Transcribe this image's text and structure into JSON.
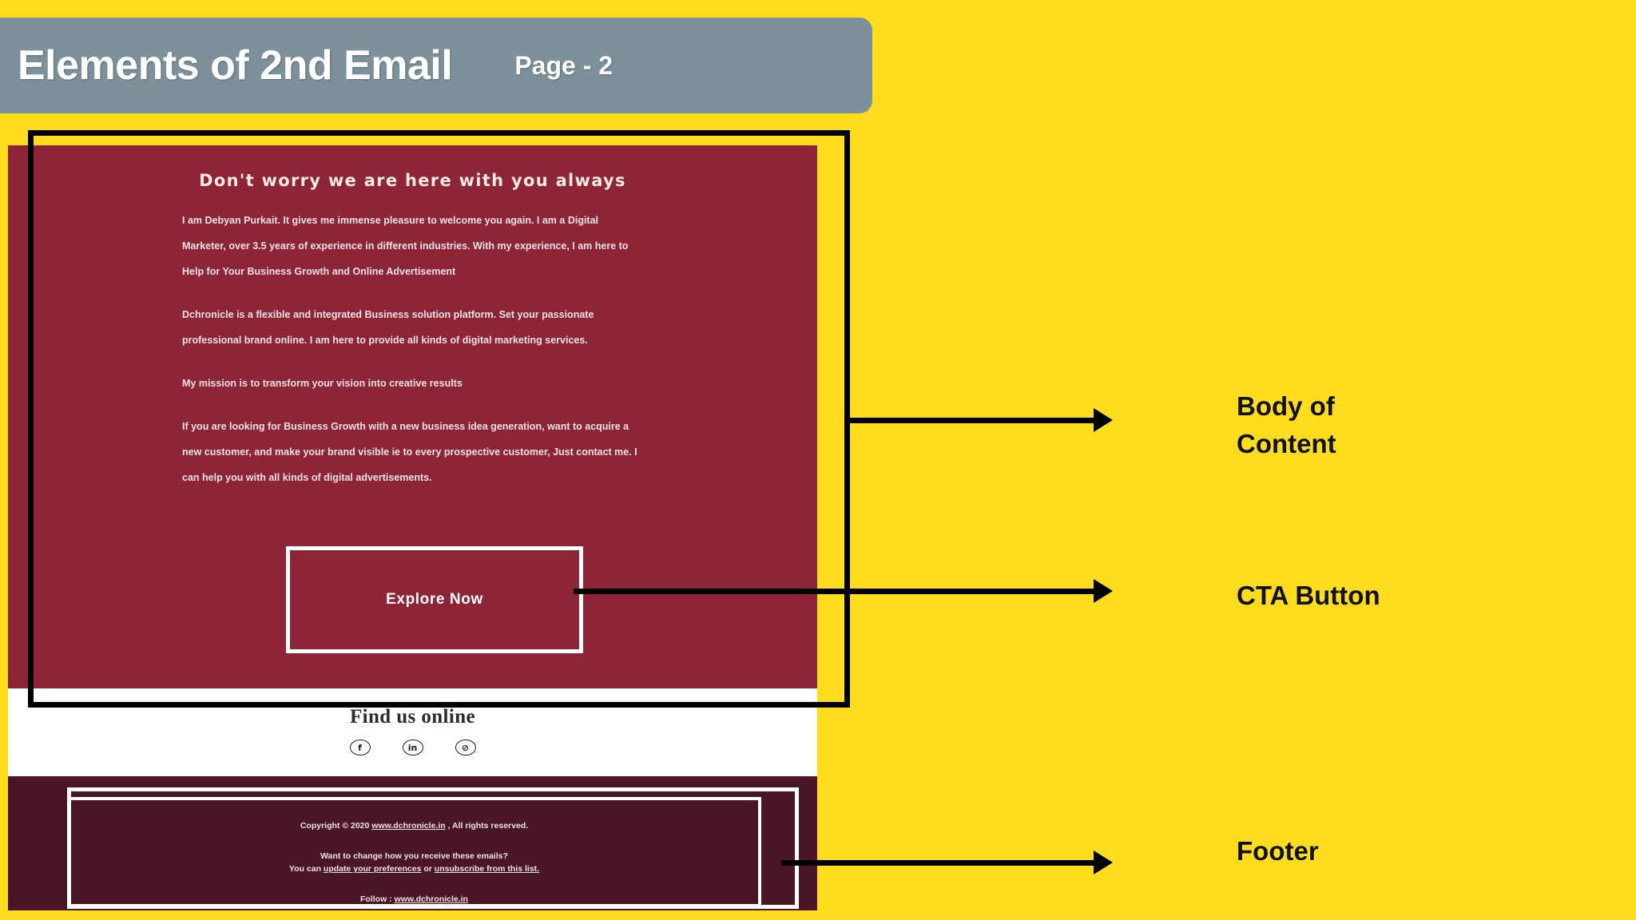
{
  "header": {
    "title": "Elements of 2nd Email",
    "page_label": "Page - 2",
    "bar_color": "#7D919B",
    "background_color": "#FFDD1C"
  },
  "email": {
    "body_bg_color": "#8E2437",
    "footer_bg_color": "#4A1526",
    "heading": "Don't worry we are here with you always",
    "paragraphs": [
      "I am Debyan Purkait. It gives me immense pleasure to welcome you again. I am a Digital Marketer, over 3.5 years of experience in different industries. With my experience, I am here to Help for Your Business Growth and Online Advertisement",
      "Dchronicle is a flexible and integrated Business solution platform. Set your passionate professional brand online. I am here to provide all kinds of digital marketing services.",
      "My mission is to transform your vision into creative results",
      "If you are looking for Business Growth with a new business idea generation, want to acquire a new customer, and make your brand visible ie to every prospective customer, Just contact me. I can help you with all kinds of digital advertisements."
    ],
    "cta_button_label": "Explore Now",
    "social": {
      "heading": "Find us online",
      "icons": [
        {
          "name": "facebook-icon",
          "glyph": "f"
        },
        {
          "name": "linkedin-icon",
          "glyph": "in"
        },
        {
          "name": "link-icon",
          "glyph": "⊘"
        }
      ]
    },
    "footer": {
      "copyright_prefix": "Copyright © 2020 ",
      "copyright_link": "www.dchronicle.in",
      "copyright_suffix": " , All rights reserved.",
      "change_prompt": "Want to change how you receive these emails?",
      "preferences_prefix": "You can ",
      "preferences_link": "update your preferences",
      "preferences_middle": " or ",
      "unsubscribe_link": "unsubscribe from this list.",
      "follow_prefix": "Follow : ",
      "follow_link": "www.dchronicle.in"
    }
  },
  "annotations": {
    "body_label_line1": "Body of",
    "body_label_line2": "Content",
    "cta_label": "CTA Button",
    "footer_label": "Footer",
    "highlight_color": "#000000",
    "footer_highlight_color": "#FFFFFF"
  }
}
